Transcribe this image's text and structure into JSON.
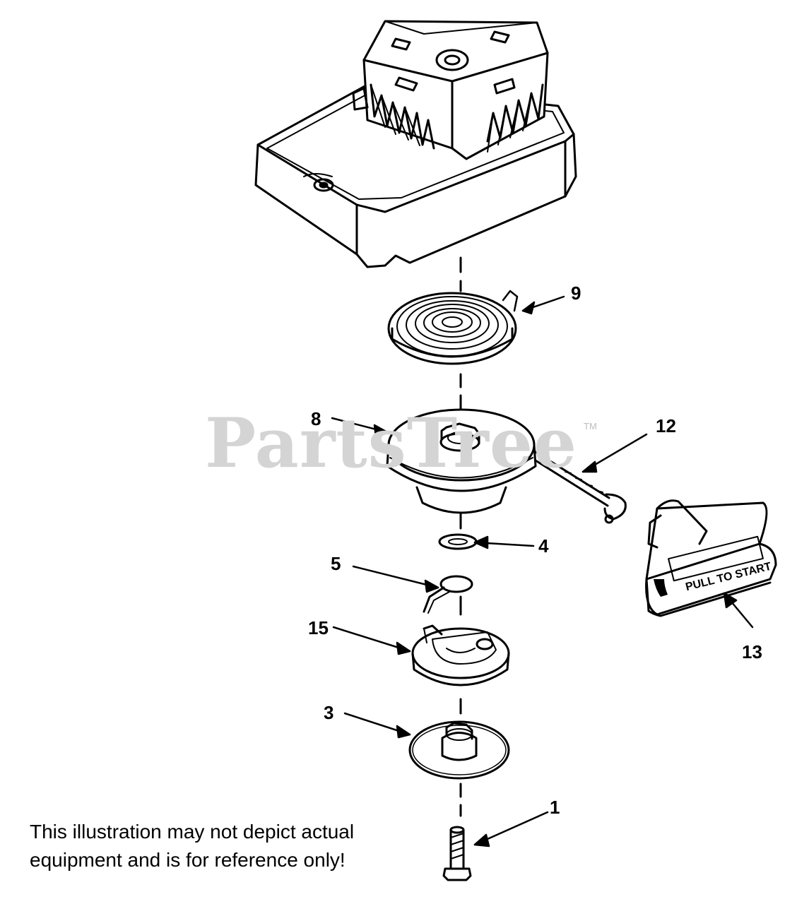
{
  "watermark": {
    "brand": "PartsTree",
    "trademark": "TM"
  },
  "callouts": {
    "c9": "9",
    "c8": "8",
    "c12": "12",
    "c4": "4",
    "c5": "5",
    "c15": "15",
    "c13": "13",
    "c3": "3",
    "c1": "1"
  },
  "handle_text": "PULL TO START",
  "disclaimer": {
    "line1": "This illustration may not depict actual",
    "line2": "equipment and is for reference only!"
  },
  "colors": {
    "ink": "#000000",
    "watermark": "#d4d4d4",
    "background": "#ffffff"
  }
}
